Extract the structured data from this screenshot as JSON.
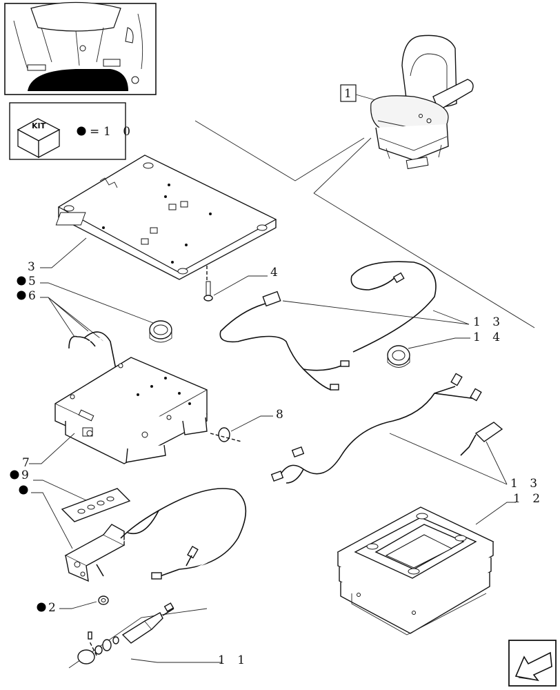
{
  "kit_legend": {
    "kit_label": "KIT",
    "equals": "=",
    "kit_ref": "1 0"
  },
  "callouts": {
    "c1": "1",
    "c2": "2",
    "c3": "3",
    "c4": "4",
    "c5": "5",
    "c6": "6",
    "c7": "7",
    "c8": "8",
    "c9": "9",
    "c11": "1 1",
    "c12": "1 2",
    "c13a": "1 3",
    "c13b": "1 3",
    "c14": "1 4"
  },
  "kit_marked_callouts": [
    "2",
    "5",
    "6",
    "9"
  ],
  "colors": {
    "ink": "#111111",
    "paper": "#ffffff",
    "marker": "#000000"
  },
  "icons": {
    "navigation": "next-page-arrow-icon"
  }
}
